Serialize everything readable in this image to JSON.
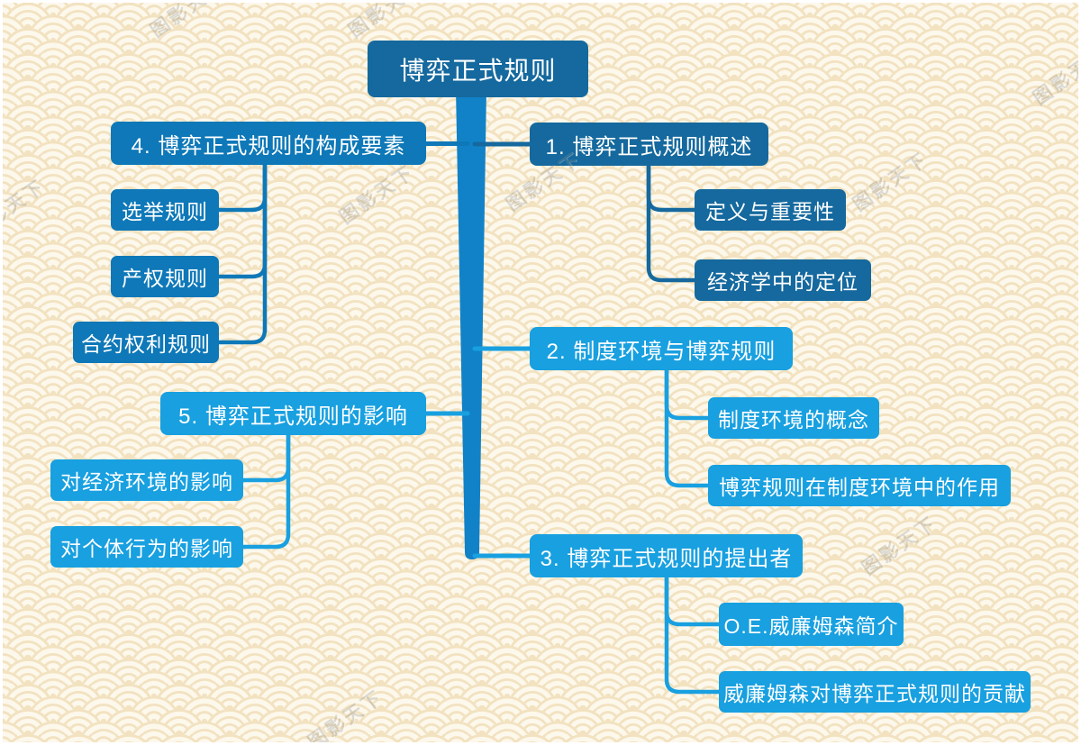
{
  "root": {
    "label": "博弈正式规则"
  },
  "branches": [
    {
      "label": "1. 博弈正式规则概述",
      "color": "#15699e",
      "children": [
        "定义与重要性",
        "经济学中的定位"
      ]
    },
    {
      "label": "2. 制度环境与博弈规则",
      "color": "#18a0e0",
      "children": [
        "制度环境的概念",
        "博弈规则在制度环境中的作用"
      ]
    },
    {
      "label": "3. 博弈正式规则的提出者",
      "color": "#18a0e0",
      "children": [
        "O.E.威廉姆森简介",
        "威廉姆森对博弈正式规则的贡献"
      ]
    },
    {
      "label": "4. 博弈正式规则的构成要素",
      "color": "#0e78b8",
      "children": [
        "选举规则",
        "产权规则",
        "合约权利规则"
      ]
    },
    {
      "label": "5. 博弈正式规则的影响",
      "color": "#18a0e0",
      "children": [
        "对经济环境的影响",
        "对个体行为的影响"
      ]
    }
  ],
  "watermark": {
    "text": "图影天下"
  },
  "colors": {
    "dark": "#15699e",
    "medium": "#0e78b8",
    "cyan": "#18a0e0",
    "trunk": "#1182c8",
    "bg": "#fdf8ec",
    "pat": "#f2e2c0",
    "wmcolor": "#8a8a8a"
  }
}
